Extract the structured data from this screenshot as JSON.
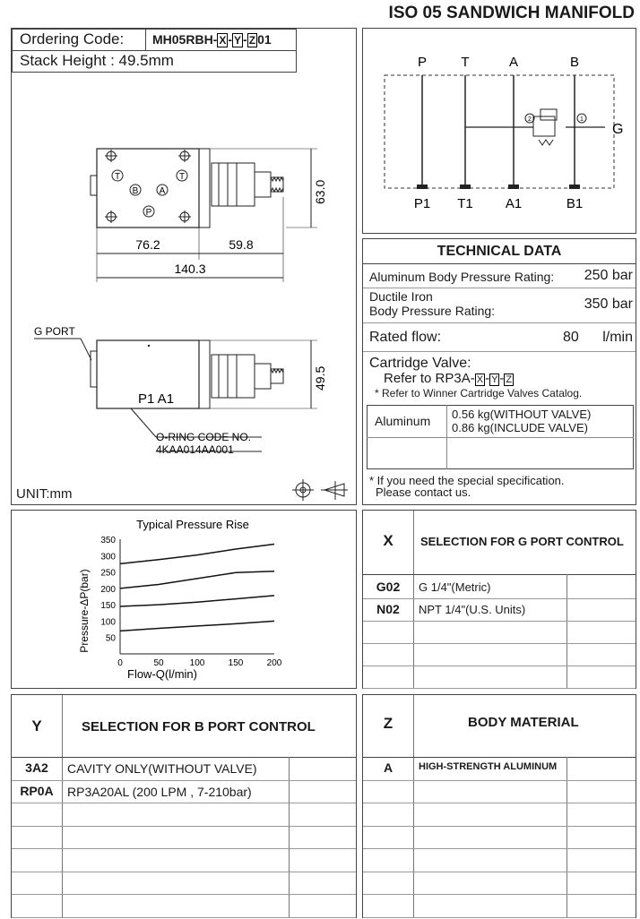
{
  "header": {
    "title": "ISO 05 SANDWICH MANIFOLD"
  },
  "ordering": {
    "label": "Ordering Code:",
    "code_prefix": "MH05RBH-",
    "code_x": "X",
    "code_y": "Y",
    "code_z": "Z",
    "code_suffix": "01",
    "stack_height": "Stack Height : 49.5mm"
  },
  "drawing": {
    "dim_width_left": "76.2",
    "dim_width_right": "59.8",
    "dim_total": "140.3",
    "dim_height_top": "63.0",
    "dim_height_side": "49.5",
    "g_port_label": "G PORT",
    "ports_side": "P1  A1",
    "oring_label": "O-RING CODE NO.",
    "oring_code": "4KAA014AA001",
    "unit": "UNIT:mm",
    "port_letters": [
      "T",
      "B",
      "A",
      "T",
      "P"
    ]
  },
  "schematic": {
    "top_ports": [
      "P",
      "T",
      "A",
      "B"
    ],
    "bottom_ports": [
      "P1",
      "T1",
      "A1",
      "B1"
    ],
    "g_label": "G",
    "circle_2": "2",
    "circle_1": "1"
  },
  "technical": {
    "title": "TECHNICAL DATA",
    "alu_rating_label": "Aluminum Body Pressure Rating:",
    "alu_rating_value": "250 bar",
    "ductile_label_1": "Ductile Iron",
    "ductile_label_2": "Body Pressure Rating:",
    "ductile_value": "350 bar",
    "flow_label": "Rated flow:",
    "flow_value": "80",
    "flow_unit": "l/min",
    "cartridge_label": "Cartridge Valve:",
    "cartridge_ref_prefix": "Refer to RP3A-",
    "cartridge_note": "* Refer to Winner Cartridge Valves Catalog.",
    "weight_material": "Aluminum",
    "weight_1": "0.56  kg(WITHOUT VALVE)",
    "weight_2": "0.86  kg(INCLUDE VALVE)",
    "special_note_1": "* If you need the special specification.",
    "special_note_2": "Please contact us."
  },
  "chart_data": {
    "type": "line",
    "title": "Typical Pressure Rise",
    "xlabel": "Flow-Q(l/min)",
    "ylabel": "Pressure-ΔP(bar)",
    "xlim": [
      0,
      200
    ],
    "ylim": [
      0,
      350
    ],
    "x_ticks": [
      0,
      50,
      100,
      150,
      200
    ],
    "y_ticks": [
      50,
      100,
      150,
      200,
      250,
      300,
      350
    ],
    "series": [
      {
        "x": [
          0,
          50,
          100,
          150,
          200
        ],
        "values": [
          275,
          288,
          302,
          320,
          335
        ]
      },
      {
        "x": [
          0,
          50,
          100,
          150,
          200
        ],
        "values": [
          200,
          212,
          230,
          248,
          252
        ]
      },
      {
        "x": [
          0,
          50,
          100,
          150,
          200
        ],
        "values": [
          145,
          150,
          158,
          168,
          178
        ]
      },
      {
        "x": [
          0,
          50,
          100,
          150,
          200
        ],
        "values": [
          70,
          78,
          85,
          92,
          100
        ]
      }
    ]
  },
  "x_table": {
    "key": "X",
    "heading": "SELECTION FOR G PORT CONTROL",
    "rows": [
      {
        "code": "G02",
        "desc": "G 1/4\"(Metric)"
      },
      {
        "code": "N02",
        "desc": "NPT 1/4\"(U.S. Units)"
      }
    ]
  },
  "y_table": {
    "key": "Y",
    "heading": "SELECTION FOR B PORT CONTROL",
    "rows": [
      {
        "code": "3A2",
        "desc": "CAVITY ONLY(WITHOUT VALVE)"
      },
      {
        "code": "RP0A",
        "desc": "RP3A20AL (200 LPM , 7-210bar)"
      }
    ]
  },
  "z_table": {
    "key": "Z",
    "heading": "BODY MATERIAL",
    "rows": [
      {
        "code": "A",
        "desc": "HIGH-STRENGTH ALUMINUM"
      }
    ]
  }
}
